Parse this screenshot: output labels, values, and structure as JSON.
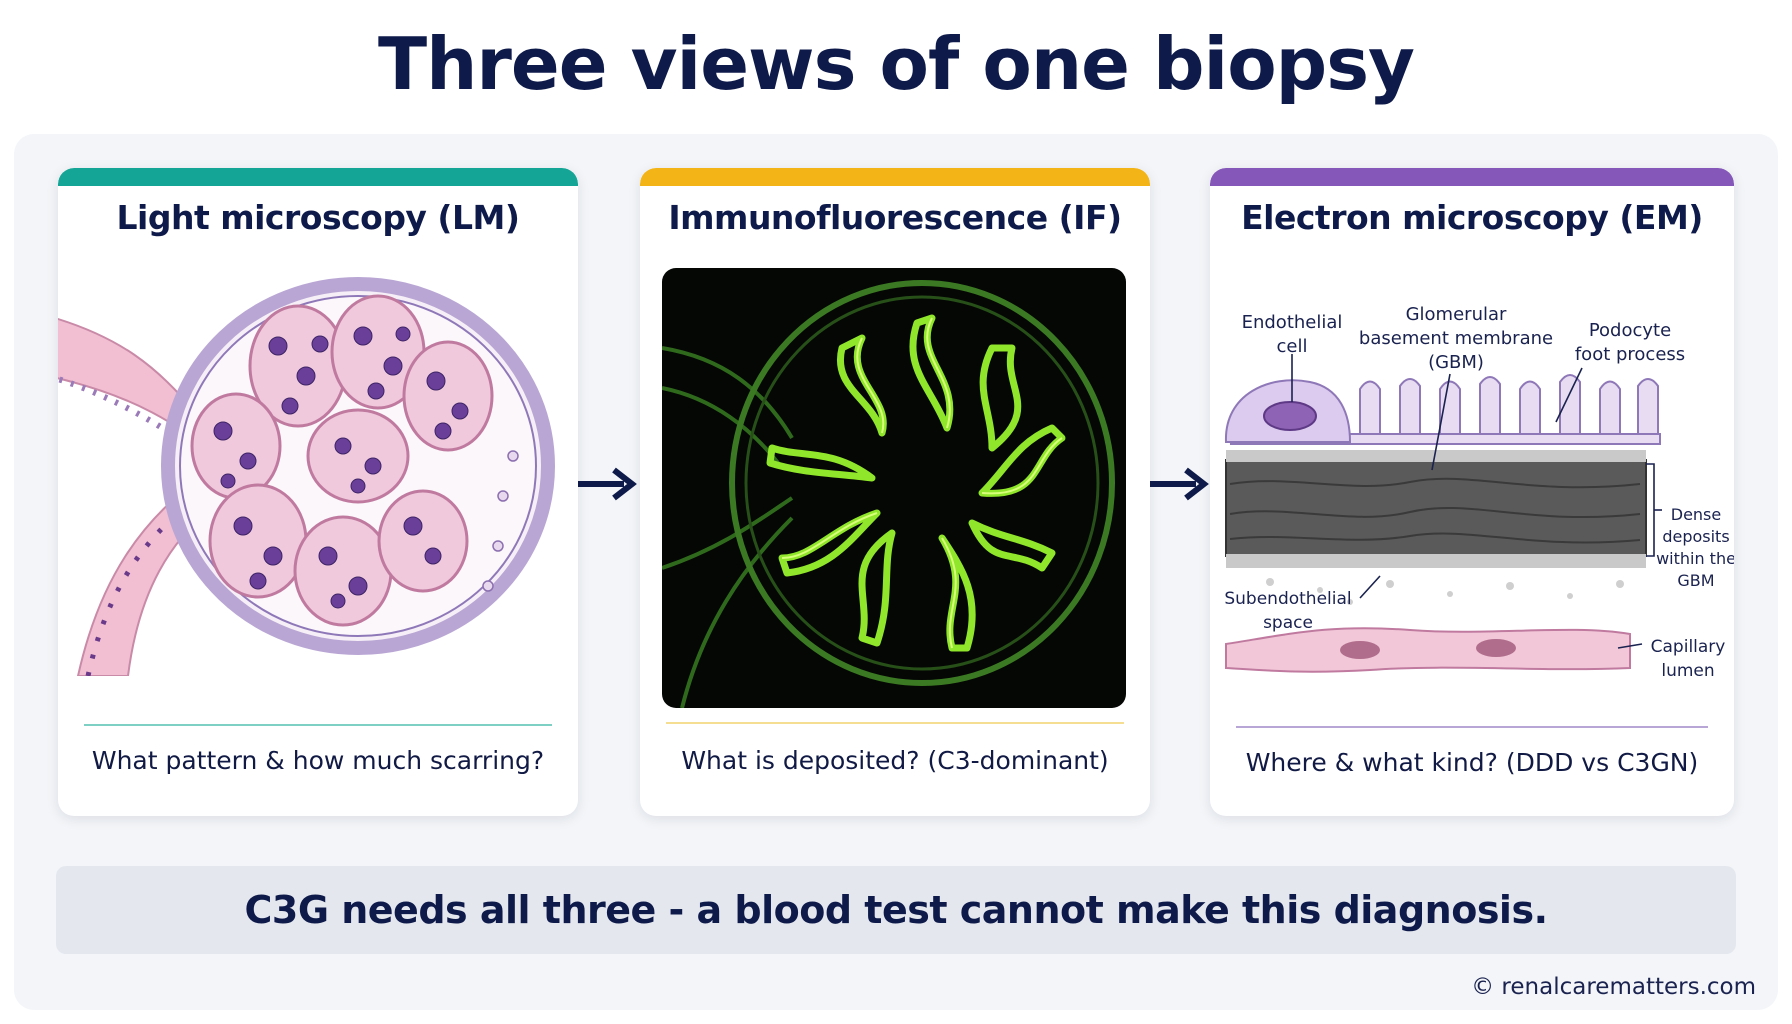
{
  "title": "Three views of one biopsy",
  "colors": {
    "lm_accent": "#15a596",
    "if_accent": "#f2b416",
    "em_accent": "#8457b8",
    "navy": "#0e1a4a"
  },
  "cards": [
    {
      "heading": "Light microscopy (LM)",
      "question": "What pattern & how much scarring?",
      "image": "glomerulus-histology-illustration"
    },
    {
      "heading": "Immunofluorescence (IF)",
      "question": "What is deposited? (C3-dominant)",
      "image": "glomerulus-immunofluorescence-illustration"
    },
    {
      "heading": "Electron microscopy (EM)",
      "question": "Where & what kind? (DDD vs C3GN)",
      "image": "glomerular-capillary-wall-em-illustration"
    }
  ],
  "em_labels": {
    "endothelial": [
      "Endothelial",
      "cell"
    ],
    "gbm": [
      "Glomerular",
      "basement membrane",
      "(GBM)"
    ],
    "podocyte": [
      "Podocyte",
      "foot process"
    ],
    "deposits": [
      "Dense",
      "deposits",
      "within the",
      "GBM"
    ],
    "subendothelial": [
      "Subendothelial",
      "space"
    ],
    "capillary": [
      "Capillary",
      "lumen"
    ]
  },
  "arrows": [
    "right-arrow-icon",
    "right-arrow-icon"
  ],
  "footer": "C3G needs all three - a blood test cannot make this diagnosis.",
  "credit": "© renalcarematters.com"
}
